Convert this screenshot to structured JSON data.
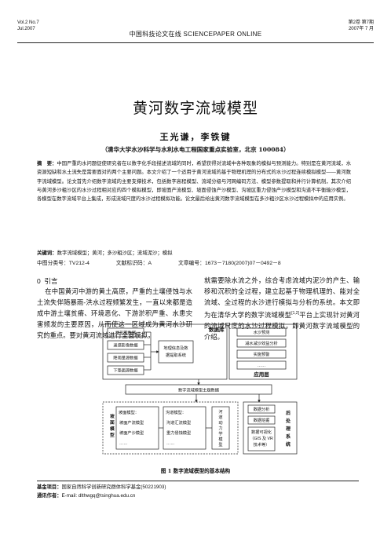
{
  "header": {
    "vol": "Vol.2 No.7",
    "date_en": "Jul.2007",
    "journal": "中国科技论文在线   SCIENCEPAPER ONLINE",
    "vol_cn": "第2卷 第7期",
    "date_cn": "2007年 7 月"
  },
  "title": "黄河数字流域模型",
  "authors": "王光谦，李铁键",
  "affiliation": "（清华大学水沙科学与水利水电工程国家重点实验室，北京 100084）",
  "abstract": {
    "label": "摘　要：",
    "text": "中国严重的水问题促使研究者在以数字化手段描述流域的同时，希望获得对流域中各种现象的模拟与预测能力。特别是在黄河流域，水资源短缺和水土流失是需要面对的两个主要问题。本文介绍了一个适用于黄河流域的基于物理机理的分布式的水沙过程连续模拟模型——黄河数字流域模型。论文首先介绍数字流域的主要支撑技术，包括数字高程模型、流域分级与河网编码方法、模型参数提取和并行计算机制，其次介绍与黄河多沙粗沙区的水沙过程相对应的四个模拟模型，即坡面产流模型、坡面侵蚀产沙模型、沟坡区重力侵蚀产沙模型和沟道不平衡输沙模型，各模型在数字流域平台上集成，形成流域尺度的水沙过程模拟功能。论文最后给出黄河数字流域模型在多沙粗沙区水沙过程模拟中的应用实例。"
  },
  "keywords": {
    "label": "关键词：",
    "text": "数字流域模型；黄河；多沙粗沙区；流域泥沙；模拟"
  },
  "classification": {
    "clc": "中图分类号：TV212-4",
    "doc": "文献标识码：A",
    "article": "文章编号：1673－7180(2007)07－0492－8"
  },
  "section": {
    "number": "0",
    "title": "引言"
  },
  "body_left": "在中国黄河中游的黄土高原，严重的土壤侵蚀与水土流失伴随暴雨-洪水过程频繁发生，一直以来都是造成中游土壤贫瘠、环境恶化、下游淤积严重、水患灾害频发的主要原因，从而使这一区域成为黄河水沙研究的重点。要对黄河流域进行全面模拟，",
  "body_right_pre": "就需要除水流之外，综合考虑流域内泥沙的产生、输移和沉积的全过程，建立起基于物理机理的、能对全流域、全过程的水沙进行模拟与分析的系统。本文即为在清华大学的数字流域模型",
  "body_right_ref": "[1,2]",
  "body_right_post": "平台上实现针对黄河的流域尺度的水沙过程模拟，即黄河数字流域模型的介绍。",
  "figure": {
    "caption": "图 1  数字流域模型的基本结构",
    "db_title": "数据库",
    "app_title": "应用层",
    "data_inputs": [
      "地形图数据",
      "遥感影像数据",
      "降雨量源数据",
      "下垫面源数据"
    ],
    "preprocess": [
      "地理信息及数",
      "据提取系统"
    ],
    "apps": [
      "水沙预测",
      "减水减沙效益分析",
      "实施预警",
      "……"
    ],
    "theme_db": "数字流域模型主题数据",
    "slope_group": {
      "vertical": [
        "坡",
        "面",
        "模",
        "型"
      ],
      "title": "坡面模型：",
      "items": [
        "坡面产流模型",
        "坡面产沙模型",
        "……"
      ]
    },
    "gully_group": {
      "title": "沟道模型：",
      "items": [
        "沟道汇流模型",
        "重力侵蚀模型",
        "……"
      ]
    },
    "parallel": [
      "河",
      "道",
      "动",
      "力",
      "学",
      "模",
      "型"
    ],
    "post": [
      "数据分析",
      "数据挖掘",
      "数据可视化",
      "（GIS 及 VR",
      "技术等）"
    ],
    "post_vertical": [
      "后",
      "处",
      "理",
      "系",
      "统"
    ]
  },
  "footnote": {
    "fund_label": "基金项目：",
    "fund": "国家自然科学创新研究群体科学基金(50221903)",
    "contact_label": "通讯作者：",
    "contact": "E-mail: dlthwgq@tsinghua.edu.cn"
  }
}
